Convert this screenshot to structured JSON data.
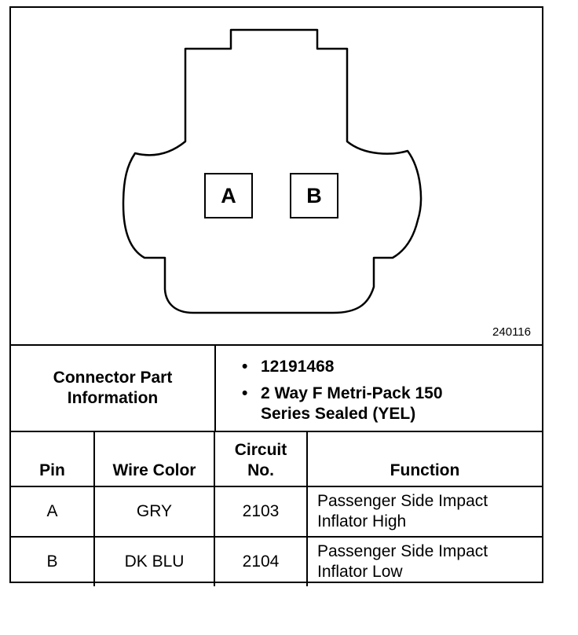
{
  "figure_id": "240116",
  "connector_pins": [
    "A",
    "B"
  ],
  "connector_info": {
    "label": "Connector Part Information",
    "items": [
      "12191468",
      "2 Way F Metri-Pack 150 Series Sealed (YEL)"
    ],
    "bullet": "•"
  },
  "table": {
    "headers": [
      "Pin",
      "Wire Color",
      "Circuit No.",
      "Function"
    ],
    "rows": [
      {
        "pin": "A",
        "wire_color": "GRY",
        "circuit": "2103",
        "function": "Passenger Side Impact Inflator High"
      },
      {
        "pin": "B",
        "wire_color": "DK BLU",
        "circuit": "2104",
        "function": "Passenger Side Impact Inflator Low"
      }
    ]
  }
}
